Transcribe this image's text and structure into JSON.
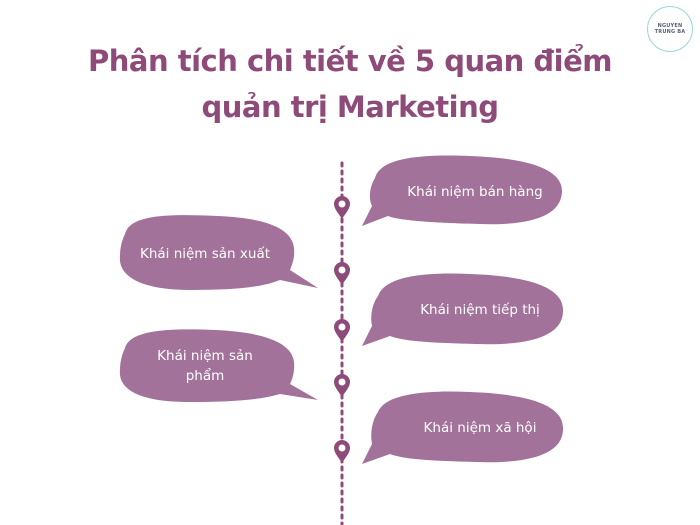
{
  "logo": {
    "line1": "NGUYEN",
    "line2": "TRUNG BA"
  },
  "title": {
    "line1": "Phân tích chi tiết về 5 quan điểm",
    "line2": "quản trị Marketing"
  },
  "colors": {
    "title": "#8e4a79",
    "bubble": "#a3729a",
    "pin": "#8e4a79",
    "dot": "#8e4a79"
  },
  "concepts": {
    "ban_hang": "Khái niệm bán hàng",
    "san_xuat": "Khái niệm sản xuất",
    "tiep_thi": "Khái niệm tiếp thị",
    "san_pham": "Khái niệm sản phẩm",
    "xa_hoi": "Khái niệm xã hội"
  }
}
